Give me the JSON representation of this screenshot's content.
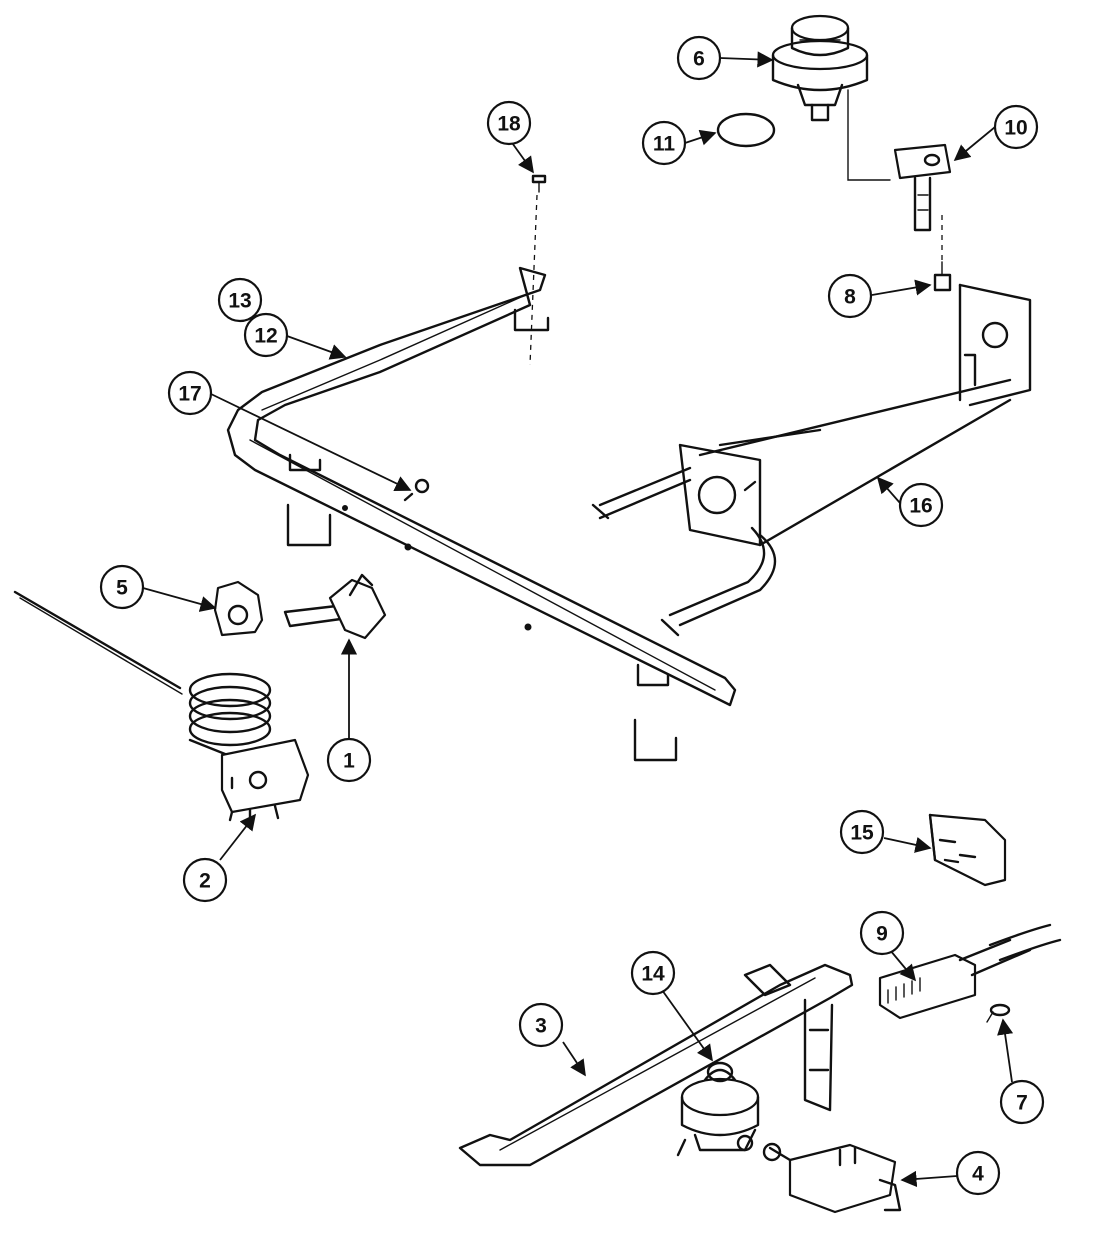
{
  "callouts": [
    {
      "id": "c1",
      "label": "1"
    },
    {
      "id": "c2",
      "label": "2"
    },
    {
      "id": "c3",
      "label": "3"
    },
    {
      "id": "c4",
      "label": "4"
    },
    {
      "id": "c5",
      "label": "5"
    },
    {
      "id": "c6",
      "label": "6"
    },
    {
      "id": "c7",
      "label": "7"
    },
    {
      "id": "c8",
      "label": "8"
    },
    {
      "id": "c9",
      "label": "9"
    },
    {
      "id": "c10",
      "label": "10"
    },
    {
      "id": "c11",
      "label": "11"
    },
    {
      "id": "c12",
      "label": "12"
    },
    {
      "id": "c13",
      "label": "13"
    },
    {
      "id": "c14",
      "label": "14"
    },
    {
      "id": "c15",
      "label": "15"
    },
    {
      "id": "c16",
      "label": "16"
    },
    {
      "id": "c17",
      "label": "17"
    },
    {
      "id": "c18",
      "label": "18"
    }
  ],
  "colors": {
    "ink": "#111111",
    "paper": "#ffffff"
  }
}
